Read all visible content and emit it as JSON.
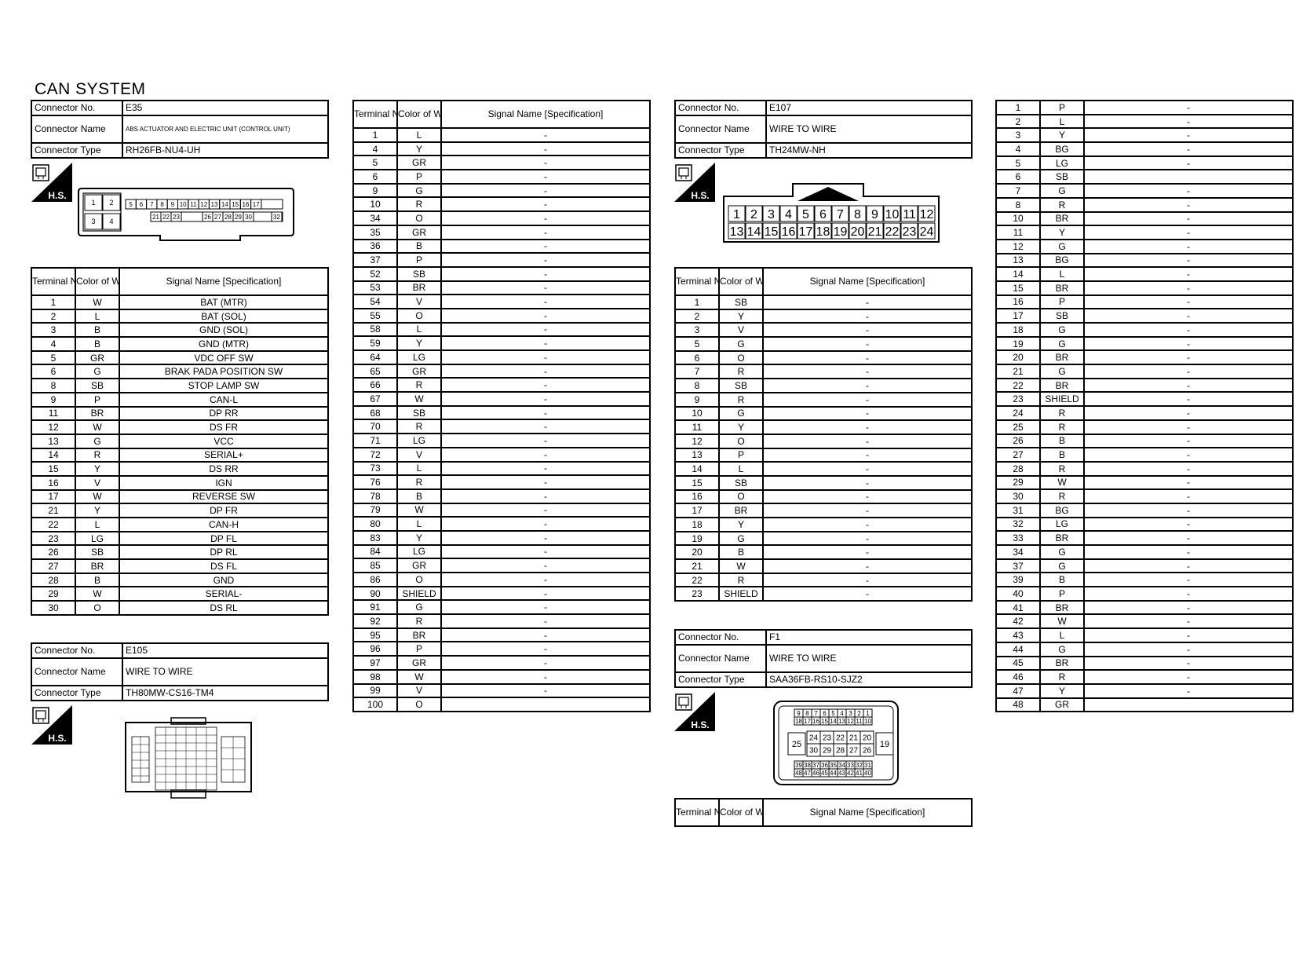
{
  "page": {
    "title": "CAN SYSTEM"
  },
  "labels": {
    "connector_no": "Connector No.",
    "connector_name": "Connector Name",
    "connector_type": "Connector Type",
    "terminal_no": "Terminal No.",
    "color_of_wire": "Color of Wire",
    "signal_name": "Signal Name [Specification]",
    "hs_badge": "H.S."
  },
  "connectors": {
    "e35": {
      "no": "E35",
      "name": "ABS ACTUATOR AND ELECTRIC UNIT (CONTROL UNIT)",
      "type": "RH26FB-NU4-UH",
      "pins_top": [
        "1",
        "2",
        "5",
        "6",
        "7",
        "8",
        "9",
        "10",
        "11",
        "12",
        "13",
        "14",
        "15",
        "16",
        "17"
      ],
      "pins_bottom": [
        "3",
        "4",
        "21",
        "22",
        "23",
        "26",
        "27",
        "28",
        "29",
        "30",
        "32"
      ],
      "rows": [
        [
          "1",
          "W",
          "BAT (MTR)"
        ],
        [
          "2",
          "L",
          "BAT (SOL)"
        ],
        [
          "3",
          "B",
          "GND (SOL)"
        ],
        [
          "4",
          "B",
          "GND (MTR)"
        ],
        [
          "5",
          "GR",
          "VDC OFF SW"
        ],
        [
          "6",
          "G",
          "BRAK PADA POSITION SW"
        ],
        [
          "8",
          "SB",
          "STOP LAMP SW"
        ],
        [
          "9",
          "P",
          "CAN-L"
        ],
        [
          "11",
          "BR",
          "DP RR"
        ],
        [
          "12",
          "W",
          "DS FR"
        ],
        [
          "13",
          "G",
          "VCC"
        ],
        [
          "14",
          "R",
          "SERIAL+"
        ],
        [
          "15",
          "Y",
          "DS RR"
        ],
        [
          "16",
          "V",
          "IGN"
        ],
        [
          "17",
          "W",
          "REVERSE SW"
        ],
        [
          "21",
          "Y",
          "DP FR"
        ],
        [
          "22",
          "L",
          "CAN-H"
        ],
        [
          "23",
          "LG",
          "DP FL"
        ],
        [
          "26",
          "SB",
          "DP RL"
        ],
        [
          "27",
          "BR",
          "DS FL"
        ],
        [
          "28",
          "B",
          "GND"
        ],
        [
          "29",
          "W",
          "SERIAL-"
        ],
        [
          "30",
          "O",
          "DS RL"
        ]
      ]
    },
    "e105": {
      "no": "E105",
      "name": "WIRE TO WIRE",
      "type": "TH80MW-CS16-TM4",
      "rows": [
        [
          "1",
          "L",
          "-"
        ],
        [
          "4",
          "Y",
          "-"
        ],
        [
          "5",
          "GR",
          "-"
        ],
        [
          "6",
          "P",
          "-"
        ],
        [
          "9",
          "G",
          "-"
        ],
        [
          "10",
          "R",
          "-"
        ],
        [
          "34",
          "O",
          "-"
        ],
        [
          "35",
          "GR",
          "-"
        ],
        [
          "36",
          "B",
          "-"
        ],
        [
          "37",
          "P",
          "-"
        ],
        [
          "52",
          "SB",
          "-"
        ],
        [
          "53",
          "BR",
          "-"
        ],
        [
          "54",
          "V",
          "-"
        ],
        [
          "55",
          "O",
          "-"
        ],
        [
          "58",
          "L",
          "-"
        ],
        [
          "59",
          "Y",
          "-"
        ],
        [
          "64",
          "LG",
          "-"
        ],
        [
          "65",
          "GR",
          "-"
        ],
        [
          "66",
          "R",
          "-"
        ],
        [
          "67",
          "W",
          "-"
        ],
        [
          "68",
          "SB",
          "-"
        ],
        [
          "70",
          "R",
          "-"
        ],
        [
          "71",
          "LG",
          "-"
        ],
        [
          "72",
          "V",
          "-"
        ],
        [
          "73",
          "L",
          "-"
        ],
        [
          "76",
          "R",
          "-"
        ],
        [
          "78",
          "B",
          "-"
        ],
        [
          "79",
          "W",
          "-"
        ],
        [
          "80",
          "L",
          "-"
        ],
        [
          "83",
          "Y",
          "-"
        ],
        [
          "84",
          "LG",
          "-"
        ],
        [
          "85",
          "GR",
          "-"
        ],
        [
          "86",
          "O",
          "-"
        ],
        [
          "90",
          "SHIELD",
          "-"
        ],
        [
          "91",
          "G",
          "-"
        ],
        [
          "92",
          "R",
          "-"
        ],
        [
          "95",
          "BR",
          "-"
        ],
        [
          "96",
          "P",
          "-"
        ],
        [
          "97",
          "GR",
          "-"
        ],
        [
          "98",
          "W",
          "-"
        ],
        [
          "99",
          "V",
          "-"
        ],
        [
          "100",
          "O",
          ""
        ]
      ]
    },
    "e107": {
      "no": "E107",
      "name": "WIRE TO WIRE",
      "type": "TH24MW-NH",
      "pins_top": [
        "1",
        "2",
        "3",
        "4",
        "5",
        "6",
        "7",
        "8",
        "9",
        "10",
        "11",
        "12"
      ],
      "pins_bottom": [
        "13",
        "14",
        "15",
        "16",
        "17",
        "18",
        "19",
        "20",
        "21",
        "22",
        "23",
        "24"
      ],
      "rows": [
        [
          "1",
          "SB",
          "-"
        ],
        [
          "2",
          "Y",
          "-"
        ],
        [
          "3",
          "V",
          "-"
        ],
        [
          "5",
          "G",
          "-"
        ],
        [
          "6",
          "O",
          "-"
        ],
        [
          "7",
          "R",
          "-"
        ],
        [
          "8",
          "SB",
          "-"
        ],
        [
          "9",
          "R",
          "-"
        ],
        [
          "10",
          "G",
          "-"
        ],
        [
          "11",
          "Y",
          "-"
        ],
        [
          "12",
          "O",
          "-"
        ],
        [
          "13",
          "P",
          "-"
        ],
        [
          "14",
          "L",
          "-"
        ],
        [
          "15",
          "SB",
          "-"
        ],
        [
          "16",
          "O",
          "-"
        ],
        [
          "17",
          "BR",
          "-"
        ],
        [
          "18",
          "Y",
          "-"
        ],
        [
          "19",
          "G",
          "-"
        ],
        [
          "20",
          "B",
          "-"
        ],
        [
          "21",
          "W",
          "-"
        ],
        [
          "22",
          "R",
          "-"
        ],
        [
          "23",
          "SHIELD",
          "-"
        ]
      ]
    },
    "f1": {
      "no": "F1",
      "name": "WIRE TO WIRE",
      "type": "SAA36FB-RS10-SJZ2",
      "pins_row1": [
        "9",
        "8",
        "7",
        "6",
        "5",
        "4",
        "3",
        "2",
        "1"
      ],
      "pins_row2": [
        "18",
        "17",
        "16",
        "15",
        "14",
        "13",
        "12",
        "11",
        "10"
      ],
      "pins_row3": [
        "24",
        "23",
        "22",
        "21",
        "20"
      ],
      "pins_row4": [
        "30",
        "29",
        "28",
        "27",
        "26"
      ],
      "pins_side": [
        "25",
        "19"
      ],
      "pins_row5": [
        "39",
        "38",
        "37",
        "36",
        "35",
        "34",
        "33",
        "32",
        "31"
      ],
      "pins_row6": [
        "48",
        "47",
        "46",
        "45",
        "44",
        "43",
        "42",
        "41",
        "40"
      ],
      "rows": [
        [
          "1",
          "P",
          "-"
        ],
        [
          "2",
          "L",
          "-"
        ],
        [
          "3",
          "Y",
          "-"
        ],
        [
          "4",
          "BG",
          "-"
        ],
        [
          "5",
          "LG",
          "-"
        ],
        [
          "6",
          "SB",
          ""
        ],
        [
          "7",
          "G",
          "-"
        ],
        [
          "8",
          "R",
          "-"
        ],
        [
          "10",
          "BR",
          "-"
        ],
        [
          "11",
          "Y",
          "-"
        ],
        [
          "12",
          "G",
          "-"
        ],
        [
          "13",
          "BG",
          "-"
        ],
        [
          "14",
          "L",
          "-"
        ],
        [
          "15",
          "BR",
          "-"
        ],
        [
          "16",
          "P",
          "-"
        ],
        [
          "17",
          "SB",
          "-"
        ],
        [
          "18",
          "G",
          "-"
        ],
        [
          "19",
          "G",
          "-"
        ],
        [
          "20",
          "BR",
          "-"
        ],
        [
          "21",
          "G",
          "-"
        ],
        [
          "22",
          "BR",
          "-"
        ],
        [
          "23",
          "SHIELD",
          "-"
        ],
        [
          "24",
          "R",
          "-"
        ],
        [
          "25",
          "R",
          "-"
        ],
        [
          "26",
          "B",
          "-"
        ],
        [
          "27",
          "B",
          "-"
        ],
        [
          "28",
          "R",
          "-"
        ],
        [
          "29",
          "W",
          "-"
        ],
        [
          "30",
          "R",
          "-"
        ],
        [
          "31",
          "BG",
          "-"
        ],
        [
          "32",
          "LG",
          "-"
        ],
        [
          "33",
          "BR",
          "-"
        ],
        [
          "34",
          "G",
          "-"
        ],
        [
          "37",
          "G",
          "-"
        ],
        [
          "39",
          "B",
          "-"
        ],
        [
          "40",
          "P",
          "-"
        ],
        [
          "41",
          "BR",
          "-"
        ],
        [
          "42",
          "W",
          "-"
        ],
        [
          "43",
          "L",
          "-"
        ],
        [
          "44",
          "G",
          "-"
        ],
        [
          "45",
          "BR",
          "-"
        ],
        [
          "46",
          "R",
          "-"
        ],
        [
          "47",
          "Y",
          "-"
        ],
        [
          "48",
          "GR",
          ""
        ]
      ]
    }
  }
}
